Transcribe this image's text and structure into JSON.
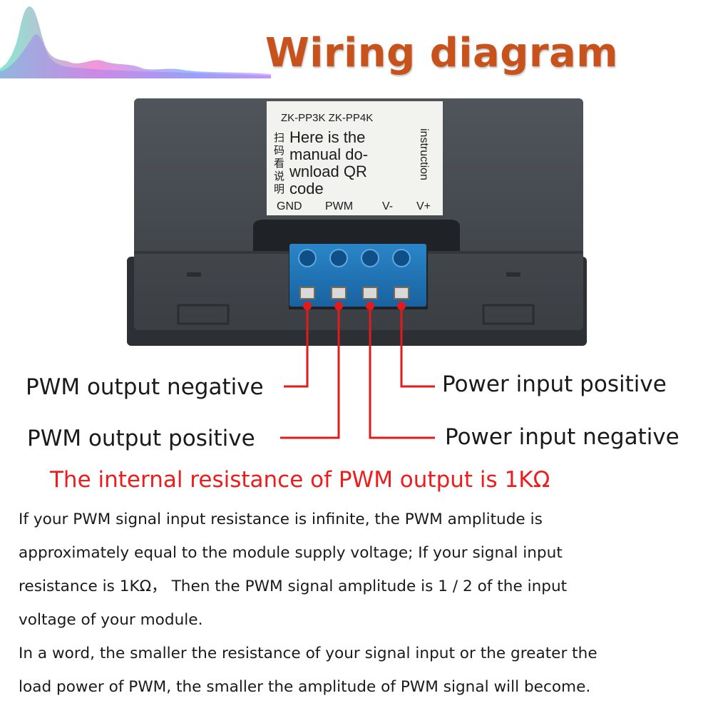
{
  "title": "Wiring diagram",
  "sticker": {
    "models": "ZK-PP3K  ZK-PP4K",
    "cn_chars": [
      "扫",
      "码",
      "看",
      "说",
      "明"
    ],
    "main_lines": [
      "Here is the",
      "manual do-",
      "wnload QR",
      "code"
    ],
    "side_text": "instruction",
    "pins": [
      "GND",
      "PWM",
      "V-",
      "V+"
    ]
  },
  "labels": {
    "pwm_neg": "PWM output negative",
    "pwm_pos": "PWM output positive",
    "pwr_pos": "Power input positive",
    "pwr_neg": "Power input negative"
  },
  "resistance_note": "The internal resistance of PWM output is 1KΩ",
  "paragraph1_lines": [
    "If your PWM signal input resistance is infinite, the PWM amplitude is",
    "approximately equal to the module supply voltage; If your signal input",
    "resistance is 1KΩ，  Then the PWM signal amplitude is 1 / 2 of the input",
    "voltage of your module."
  ],
  "paragraph2_lines": [
    "In a word, the smaller the resistance of your signal input or the greater the",
    "load power of PWM, the smaller the amplitude of PWM signal will become."
  ],
  "colors": {
    "title": "#c8521c",
    "wire": "#e11b1b",
    "note": "#ee1c1c",
    "terminal": "#1f73b7",
    "housing": "#4a4e53"
  }
}
